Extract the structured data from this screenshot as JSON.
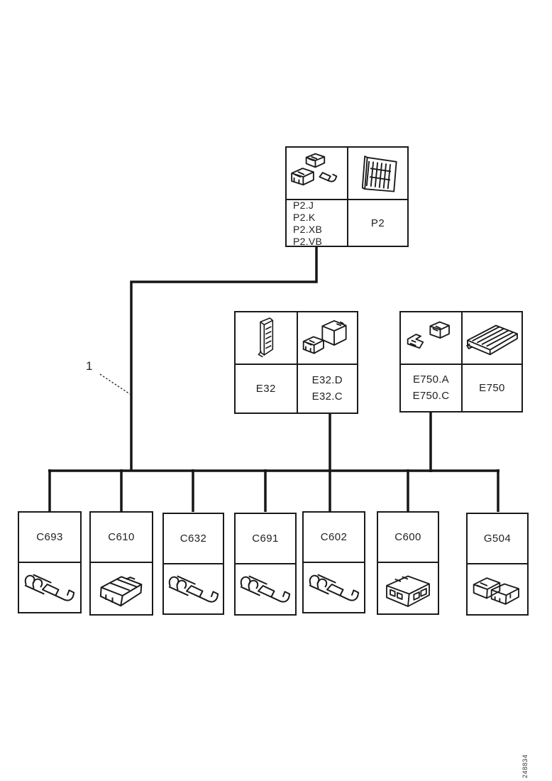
{
  "diagram": {
    "callout_label": "1",
    "figure_number": "248834",
    "groups": {
      "p2": {
        "variants": [
          "P2.J",
          "P2.K",
          "P2.XB",
          "P2.VB"
        ],
        "main": "P2",
        "variant_image": "small-connector-set-image",
        "main_image": "multi-pin-connector-image"
      },
      "e32": {
        "main": "E32",
        "variants": [
          "E32.D",
          "E32.C"
        ],
        "main_image": "tall-connector-image",
        "variant_image": "connector-pair-image"
      },
      "e750": {
        "variants": [
          "E750.A",
          "E750.C"
        ],
        "main": "E750",
        "variant_image": "bracket-and-connector-image",
        "main_image": "control-module-image"
      }
    },
    "branches": [
      {
        "label": "C693",
        "image": "crimp-terminal-image"
      },
      {
        "label": "C610",
        "image": "connector-housing-image"
      },
      {
        "label": "C632",
        "image": "crimp-terminal-image"
      },
      {
        "label": "C691",
        "image": "crimp-terminal-image"
      },
      {
        "label": "C602",
        "image": "crimp-terminal-image"
      },
      {
        "label": "C600",
        "image": "cavity-connector-image"
      },
      {
        "label": "G504",
        "image": "connector-cluster-image"
      }
    ],
    "colors": {
      "line": "#1a1a1a",
      "background": "#ffffff"
    }
  }
}
